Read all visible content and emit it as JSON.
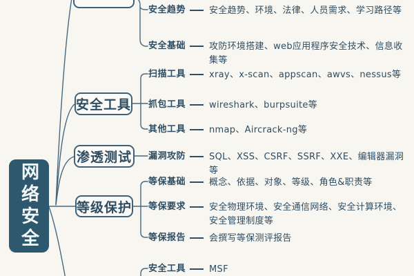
{
  "root": {
    "title": "网络安全"
  },
  "colors": {
    "background": "#f8f6f1",
    "root_bg": "#2d586e",
    "root_text": "#f4f7f8",
    "node_border": "#3f6076",
    "text": "#2e4d63",
    "line": "#456880"
  },
  "branches": [
    {
      "label": "",
      "note": "box clipped at top edge of screenshot",
      "children": [
        {
          "label": "安全趋势",
          "desc": "安全趋势、环境、法律、人员需求、学习路径等"
        },
        {
          "label": "安全基础",
          "desc": "攻防环境搭建、web应用程序安全技术、信息收集等"
        }
      ]
    },
    {
      "label": "安全工具",
      "children": [
        {
          "label": "扫描工具",
          "desc": "xray、x-scan、appscan、awvs、nessus等"
        },
        {
          "label": "抓包工具",
          "desc": "wireshark、burpsuite等"
        },
        {
          "label": "其他工具",
          "desc": "nmap、Aircrack-ng等"
        }
      ]
    },
    {
      "label": "渗透测试",
      "children": [
        {
          "label": "漏洞攻防",
          "desc": "SQL、XSS、CSRF、SSRF、XXE、编辑器漏洞等"
        }
      ]
    },
    {
      "label": "等级保护",
      "children": [
        {
          "label": "等保基础",
          "desc": "概念、依据、对象、等级、角色&职责等"
        },
        {
          "label": "等保要求",
          "desc": "安全物理环境、安全通信网络、安全计算环境、安全管理制度等"
        },
        {
          "label": "等保报告",
          "desc": "会撰写等保测评报告"
        }
      ]
    },
    {
      "label": "",
      "note": "box clipped below bottom edge of screenshot",
      "children": [
        {
          "label": "安全工具",
          "desc": "MSF"
        }
      ]
    }
  ]
}
